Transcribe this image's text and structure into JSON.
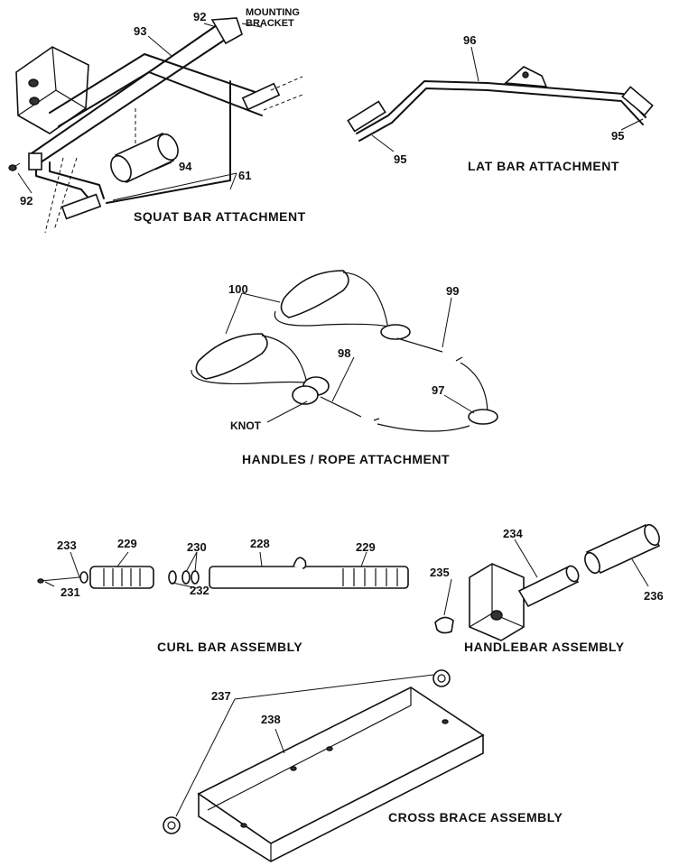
{
  "sections": {
    "squat_bar": {
      "title": "SQUAT BAR ATTACHMENT",
      "callouts": {
        "c93": "93",
        "c92_top": "92",
        "mounting_bracket": "MOUNTING\nBRACKET",
        "c92_left": "92",
        "c94": "94",
        "c61": "61"
      }
    },
    "lat_bar": {
      "title": "LAT BAR ATTACHMENT",
      "callouts": {
        "c96": "96",
        "c95_left": "95",
        "c95_right": "95"
      }
    },
    "handles_rope": {
      "title": "HANDLES / ROPE ATTACHMENT",
      "callouts": {
        "c100": "100",
        "c99": "99",
        "c98": "98",
        "c97": "97",
        "knot": "KNOT"
      }
    },
    "curl_bar": {
      "title": "CURL BAR ASSEMBLY",
      "callouts": {
        "c233": "233",
        "c229_left": "229",
        "c230": "230",
        "c228": "228",
        "c229_right": "229",
        "c231": "231",
        "c232": "232"
      }
    },
    "handlebar": {
      "title": "HANDLEBAR ASSEMBLY",
      "callouts": {
        "c234": "234",
        "c235": "235",
        "c236": "236"
      }
    },
    "cross_brace": {
      "title": "CROSS BRACE ASSEMBLY",
      "callouts": {
        "c237": "237",
        "c238": "238"
      }
    }
  }
}
